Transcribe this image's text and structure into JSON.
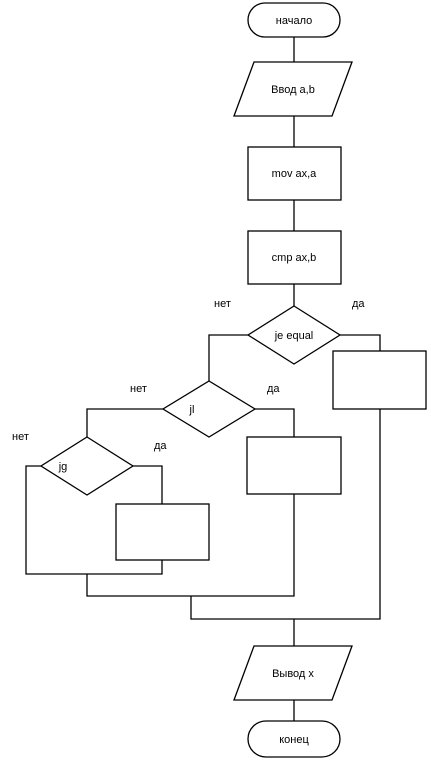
{
  "flowchart": {
    "start_label": "начало",
    "input_label": "Ввод a,b",
    "mov_label": "mov ax,a",
    "cmp_label": "cmp ax,b",
    "decision_je": {
      "label": "je equal",
      "no_label": "нет",
      "yes_label": "да"
    },
    "decision_jl": {
      "label": "jl",
      "no_label": "нет",
      "yes_label": "да"
    },
    "decision_jg": {
      "label": "jg",
      "no_label": "нет",
      "yes_label": "да"
    },
    "output_label": "Вывод x",
    "end_label": "конец"
  }
}
